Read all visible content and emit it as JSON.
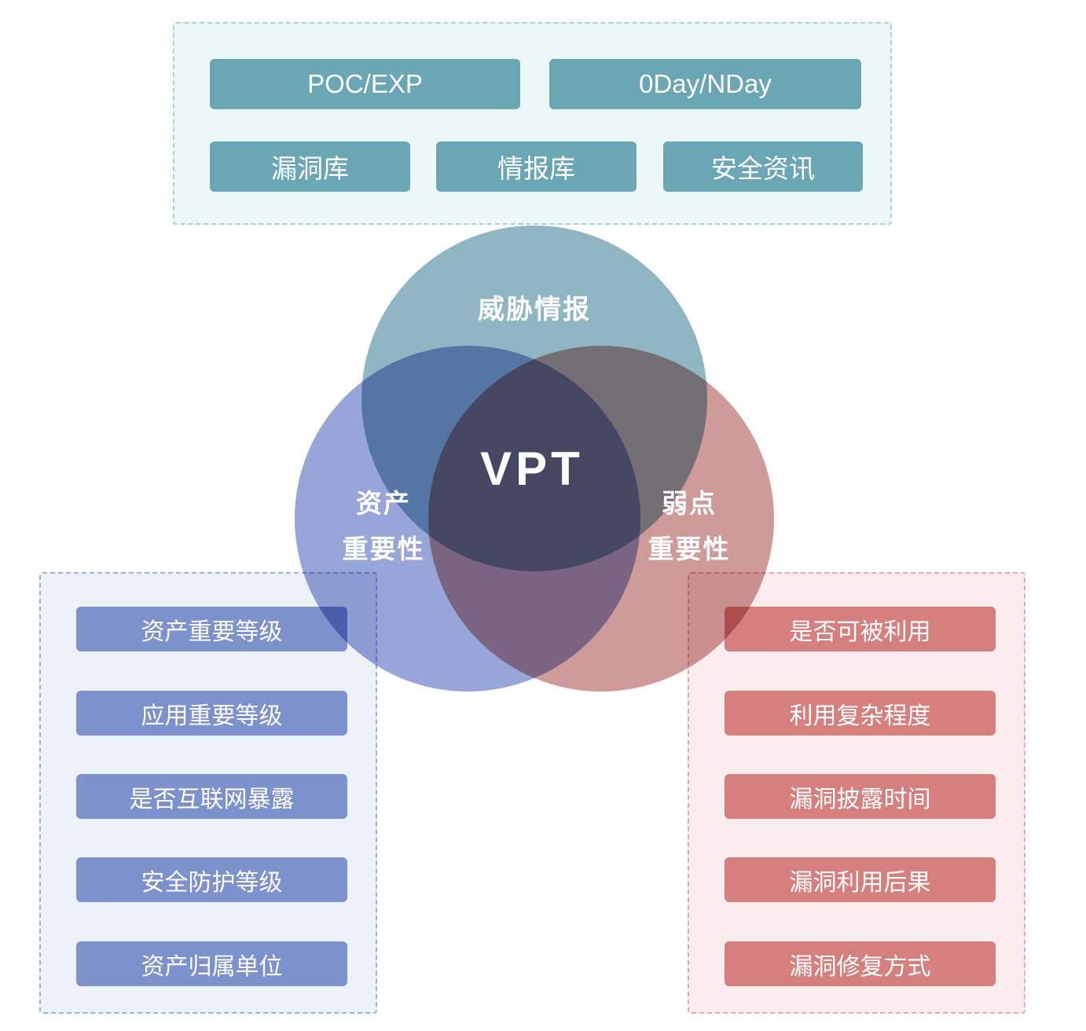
{
  "venn": {
    "center": "VPT",
    "threat_label": "威胁情报",
    "asset_label_line1": "资产",
    "asset_label_line2": "重要性",
    "weakness_label_line1": "弱点",
    "weakness_label_line2": "重要性"
  },
  "threat_panel": {
    "row1": [
      "POC/EXP",
      "0Day/NDay"
    ],
    "row2": [
      "漏洞库",
      "情报库",
      "安全资讯"
    ]
  },
  "asset_panel": {
    "items": [
      "资产重要等级",
      "应用重要等级",
      "是否互联网暴露",
      "安全防护等级",
      "资产归属单位"
    ]
  },
  "weakness_panel": {
    "items": [
      "是否可被利用",
      "利用复杂程度",
      "漏洞披露时间",
      "漏洞利用后果",
      "漏洞修复方式"
    ]
  },
  "colors": {
    "threat_circle": "#8fb6c2",
    "asset_circle": "#97a5d8",
    "weakness_circle": "#cf9a9a",
    "threat_chip": "#6ba6b4",
    "asset_chip": "#7d91cd",
    "weakness_chip": "#d67f7f",
    "threat_panel_bg": "#ecf8f8",
    "asset_panel_bg": "#edf1fa",
    "weakness_panel_bg": "#fbeded"
  }
}
